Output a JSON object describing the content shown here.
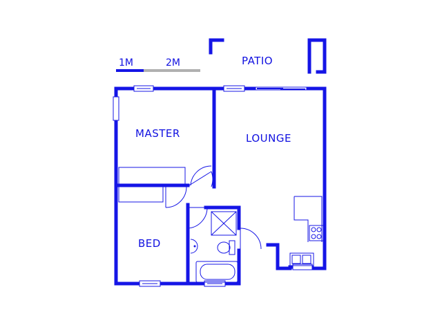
{
  "scale_bar": {
    "label_1": "1M",
    "label_2": "2M"
  },
  "rooms": {
    "patio": "PATIO",
    "master": "MASTER",
    "lounge": "LOUNGE",
    "bed": "BED"
  },
  "colors": {
    "wall": "#1515e6",
    "text": "#1010e0",
    "scale_grey": "#b0b0b0"
  }
}
